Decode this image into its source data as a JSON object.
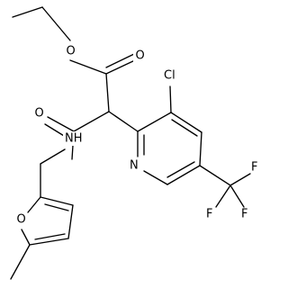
{
  "image_type": "chemical-structure-diagram",
  "colors": {
    "background": "#ffffff",
    "ink": "#000000"
  },
  "atom_labels": {
    "ester_o_single": "O",
    "ester_o_double": "O",
    "amide_o": "O",
    "cl": "Cl",
    "nh": "NH",
    "pyridine_n": "N",
    "furan_o": "O",
    "f_top": "F",
    "f_left": "F",
    "f_right": "F"
  }
}
